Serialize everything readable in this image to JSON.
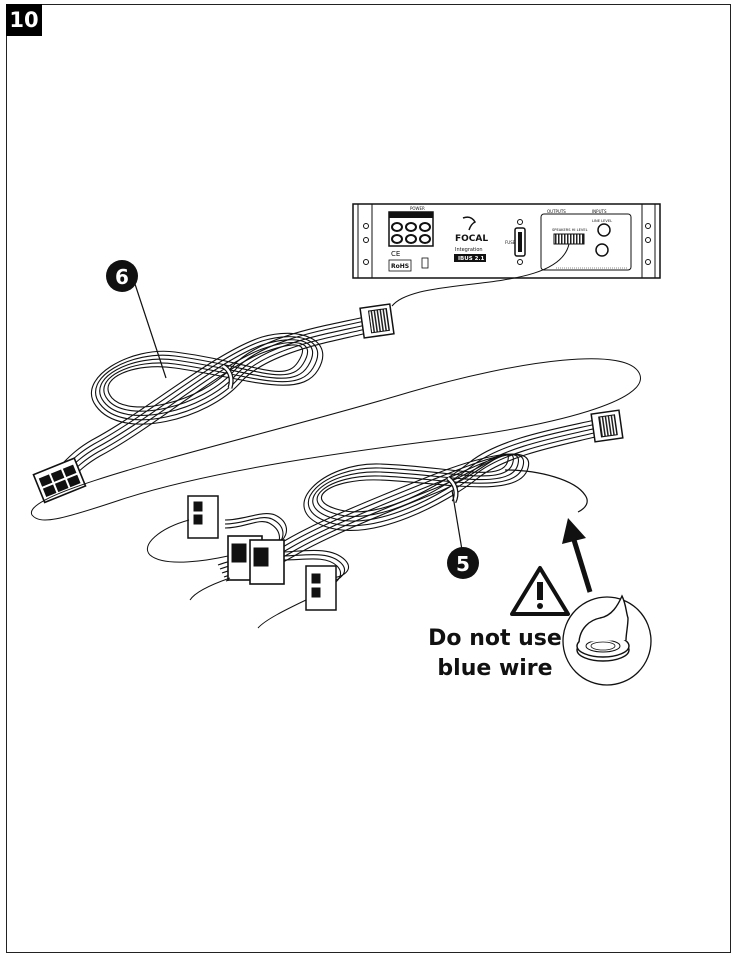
{
  "step": {
    "number": "10"
  },
  "callouts": {
    "harness_a": "6",
    "harness_b": "5"
  },
  "amplifier": {
    "brand": "FOCAL",
    "series": "Integration",
    "model": "IBUS 2.1",
    "fuse_label": "FUSE",
    "power_label": "POWER",
    "outputs_label": "OUTPUTS",
    "inputs_label": "INPUTS",
    "speakers_label": "SPEAKERS HI LEVEL",
    "line_label": "LINE LEVEL",
    "ce_mark": "CE",
    "rohs_mark": "RoHS"
  },
  "warning": {
    "line1": "Do not use",
    "line2": "blue wire",
    "icon": "warning-triangle-icon",
    "detail_icon": "wire-roll-icon"
  },
  "colors": {
    "ink": "#111111",
    "background": "#ffffff",
    "badge": "#000000"
  }
}
